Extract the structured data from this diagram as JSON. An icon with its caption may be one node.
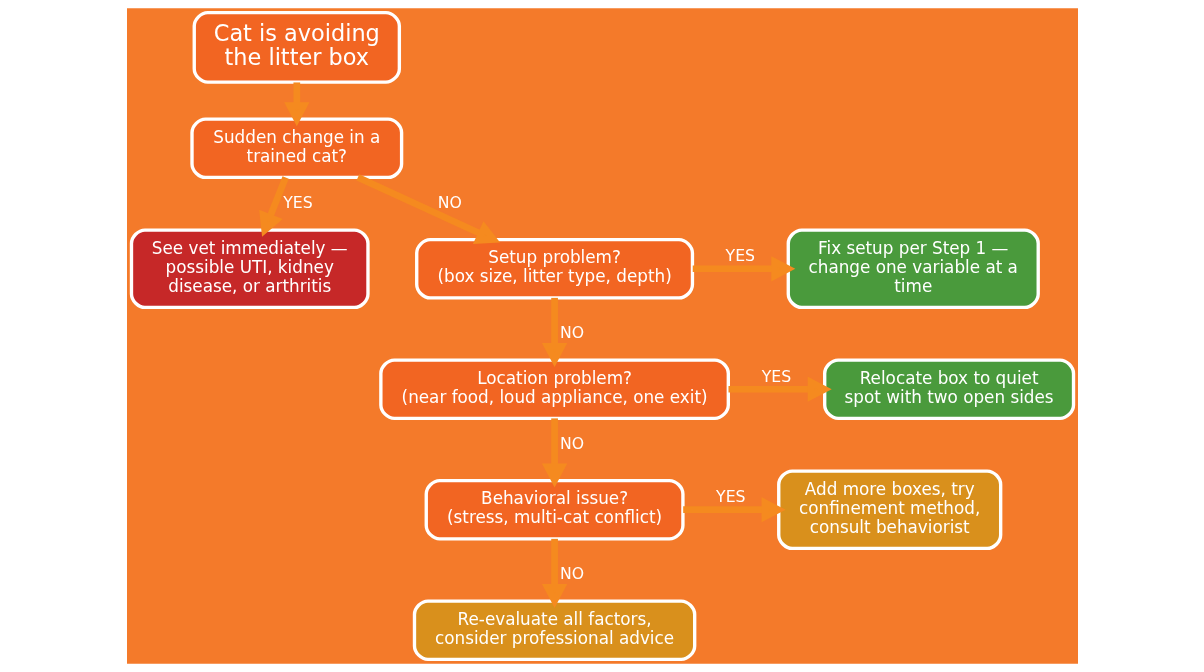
{
  "diagram": {
    "nodes": [
      {
        "text": [
          "Cat is avoiding the litter box"
        ]
      },
      {
        "text": [
          "Sudden change in a trained cat?"
        ]
      },
      {
        "text": [
          "See vet immediately — possible UTI, kidney disease, or arthritis"
        ]
      },
      {
        "text": [
          "Setup problem?",
          "(box size, litter type, depth)"
        ]
      },
      {
        "text": [
          "Fix setup per Step 1 — change one variable at a time"
        ]
      },
      {
        "text": [
          "Location problem?",
          "(near food, loud appliance, one exit)"
        ]
      },
      {
        "text": [
          "Relocate box to quiet spot with two open sides"
        ]
      },
      {
        "text": [
          "Behavioral issue?",
          "(stress, multi-cat conflict)"
        ]
      },
      {
        "text": [
          "Add more boxes, try confinement method, consult behaviorist"
        ]
      },
      {
        "text": [
          "Re-evaluate all factors, consider professional advice"
        ]
      }
    ],
    "edges": [
      {
        "from": 0,
        "to": 1,
        "arrow": "to"
      },
      {
        "from": 1,
        "to": 2,
        "arrow": "to",
        "label": "YES"
      },
      {
        "from": 1,
        "to": 3,
        "arrow": "to",
        "label": "NO"
      },
      {
        "from": 3,
        "to": 4,
        "arrow": "to",
        "label": "YES"
      },
      {
        "from": 3,
        "to": 5,
        "arrow": "to",
        "label": "NO"
      },
      {
        "from": 5,
        "to": 6,
        "arrow": "to",
        "label": "YES"
      },
      {
        "from": 5,
        "to": 7,
        "arrow": "to",
        "label": "NO"
      },
      {
        "from": 7,
        "to": 8,
        "arrow": "to",
        "label": "YES"
      },
      {
        "from": 7,
        "to": 9,
        "arrow": "to",
        "label": "NO"
      }
    ]
  }
}
